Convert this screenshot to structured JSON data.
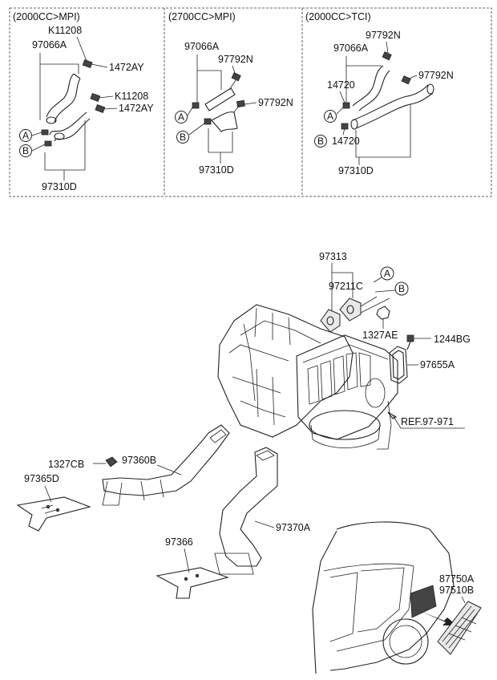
{
  "panels": [
    {
      "title": "(2000CC>MPI)"
    },
    {
      "title": "(2700CC>MPI)"
    },
    {
      "title": "(2000CC>TCI)"
    }
  ],
  "labels": {
    "p1_k11208_top": "K11208",
    "p1_97066a": "97066A",
    "p1_1472ay_top": "1472AY",
    "p1_k11208_mid": "K11208",
    "p1_1472ay_mid": "1472AY",
    "p1_97310d": "97310D",
    "p2_97066a": "97066A",
    "p2_97792n_top": "97792N",
    "p2_97792n_mid": "97792N",
    "p2_97310d": "97310D",
    "p3_97792n_top": "97792N",
    "p3_97066a": "97066A",
    "p3_14720_top": "14720",
    "p3_97792n_mid": "97792N",
    "p3_14720_bot": "14720",
    "p3_97310d": "97310D",
    "m_97313": "97313",
    "m_97211c": "97211C",
    "m_1327ae": "1327AE",
    "m_1244bg": "1244BG",
    "m_97655a": "97655A",
    "m_ref": "REF.97-971",
    "m_1327cb": "1327CB",
    "m_97360b": "97360B",
    "m_97365d": "97365D",
    "m_97370a": "97370A",
    "m_97366": "97366",
    "m_87750a": "87750A",
    "m_97510b": "97510B"
  },
  "callouts": {
    "a": "A",
    "b": "B"
  }
}
